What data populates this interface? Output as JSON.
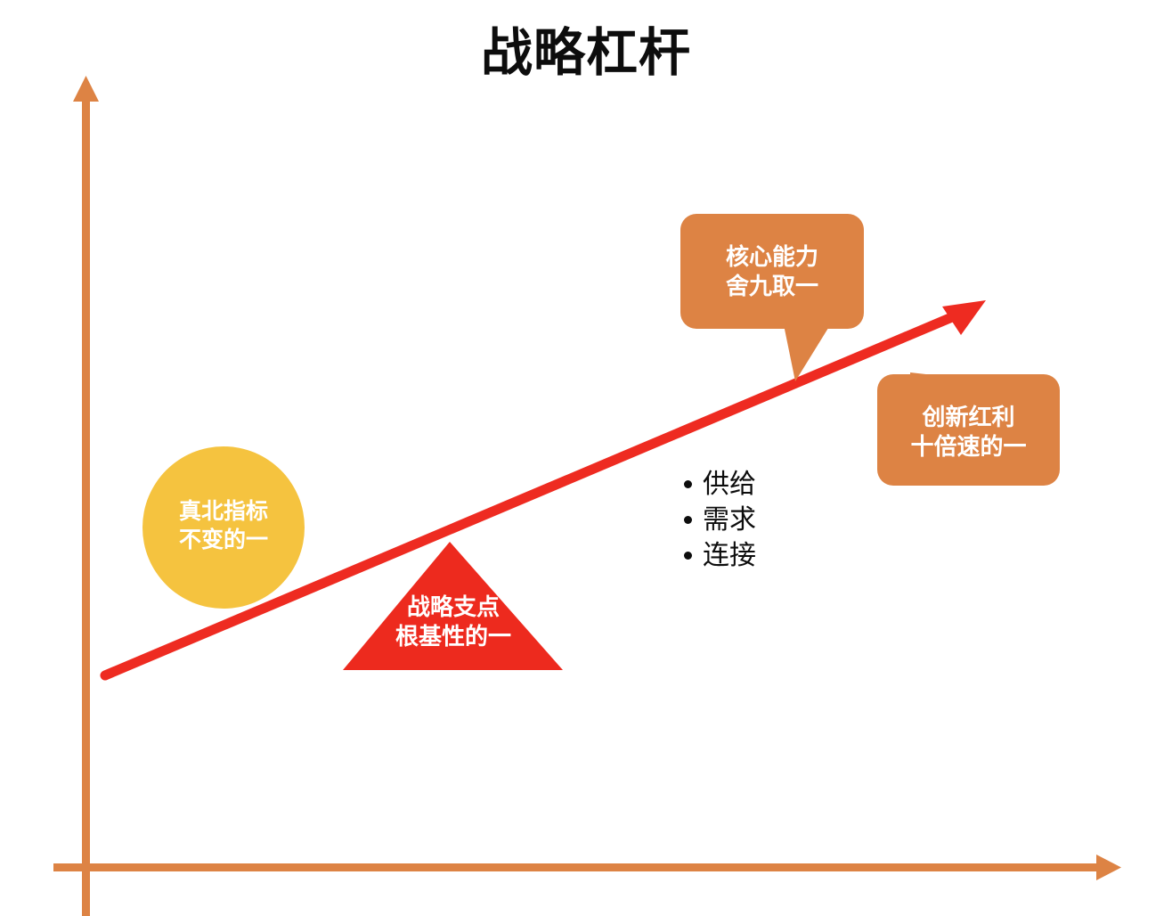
{
  "title": "战略杠杆",
  "colors": {
    "axis_orange": "#DD8344",
    "callout_orange": "#DD8344",
    "circle_yellow": "#F5C33F",
    "triangle_red": "#ED2A1E",
    "lever_red": "#EE2B21",
    "text_dark": "#0D0D0D",
    "shape_text": "#FFFFFF",
    "background": "#FFFFFF"
  },
  "axes": {
    "y_axis_name": "vertical-axis-arrow",
    "x_axis_name": "horizontal-axis-arrow",
    "y_label": "",
    "x_label": ""
  },
  "lever": {
    "name": "lever-arrow",
    "label": ""
  },
  "circle": {
    "line1": "真北指标",
    "line2": "不变的一"
  },
  "triangle": {
    "line1": "战略支点",
    "line2": "根基性的一"
  },
  "callouts": [
    {
      "line1": "核心能力",
      "line2": "舍九取一"
    },
    {
      "line1": "创新红利",
      "line2": "十倍速的一"
    }
  ],
  "bullets": [
    "供给",
    "需求",
    "连接"
  ]
}
